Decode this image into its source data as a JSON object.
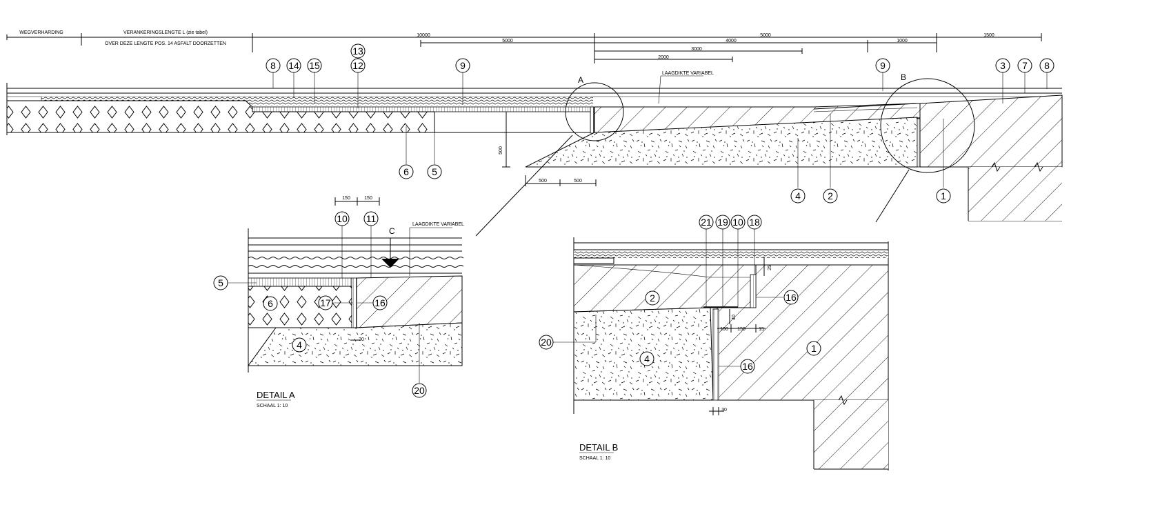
{
  "top_dims": {
    "wegverharding": "WEGVERHARDING",
    "verankeringslengte": "VERANKERINGSLENGTE L (zie tabel)",
    "asfalt_note": "OVER DEZE LENGTE POS. 14 ASFALT DOORZETTEN",
    "d10000": "10000",
    "d5000a": "5000",
    "d5000b": "5000",
    "d1500": "1500",
    "d4000": "4000",
    "d1000": "1000",
    "d3000": "3000",
    "d2000": "2000"
  },
  "main_section": {
    "laagdikte": "LAAGDIKTE VARIABEL",
    "label_A": "A",
    "label_B": "B",
    "dim_500_v": "500",
    "dim_500_h1": "500",
    "dim_500_h2": "500",
    "callouts": {
      "c8a": "8",
      "c14": "14",
      "c15": "15",
      "c13": "13",
      "c12": "12",
      "c9a": "9",
      "c9b": "9",
      "c3": "3",
      "c7": "7",
      "c8b": "8",
      "c6": "6",
      "c5": "5",
      "c4": "4",
      "c2": "2",
      "c1": "1"
    }
  },
  "detail_a": {
    "title": "DETAIL A",
    "scale": "SCHAAL 1: 10",
    "laagdikte": "LAAGDIKTE VARIABEL",
    "label_C": "C",
    "dim150a": "150",
    "dim150b": "150",
    "dim30": "30",
    "callouts": {
      "c10": "10",
      "c11": "11",
      "c5": "5",
      "c6": "6",
      "c17": "17",
      "c16": "16",
      "c4": "4",
      "c20": "20"
    }
  },
  "detail_b": {
    "title": "DETAIL B",
    "scale": "SCHAAL 1: 10",
    "dim150": "150",
    "dim15": "15",
    "dim100": "100",
    "dim30": "30",
    "dim40": "40",
    "dim25": "25",
    "callouts": {
      "c21": "21",
      "c19": "19",
      "c10": "10",
      "c18": "18",
      "c16a": "16",
      "c2": "2",
      "c20": "20",
      "c4": "4",
      "c1": "1",
      "c16b": "16"
    }
  }
}
